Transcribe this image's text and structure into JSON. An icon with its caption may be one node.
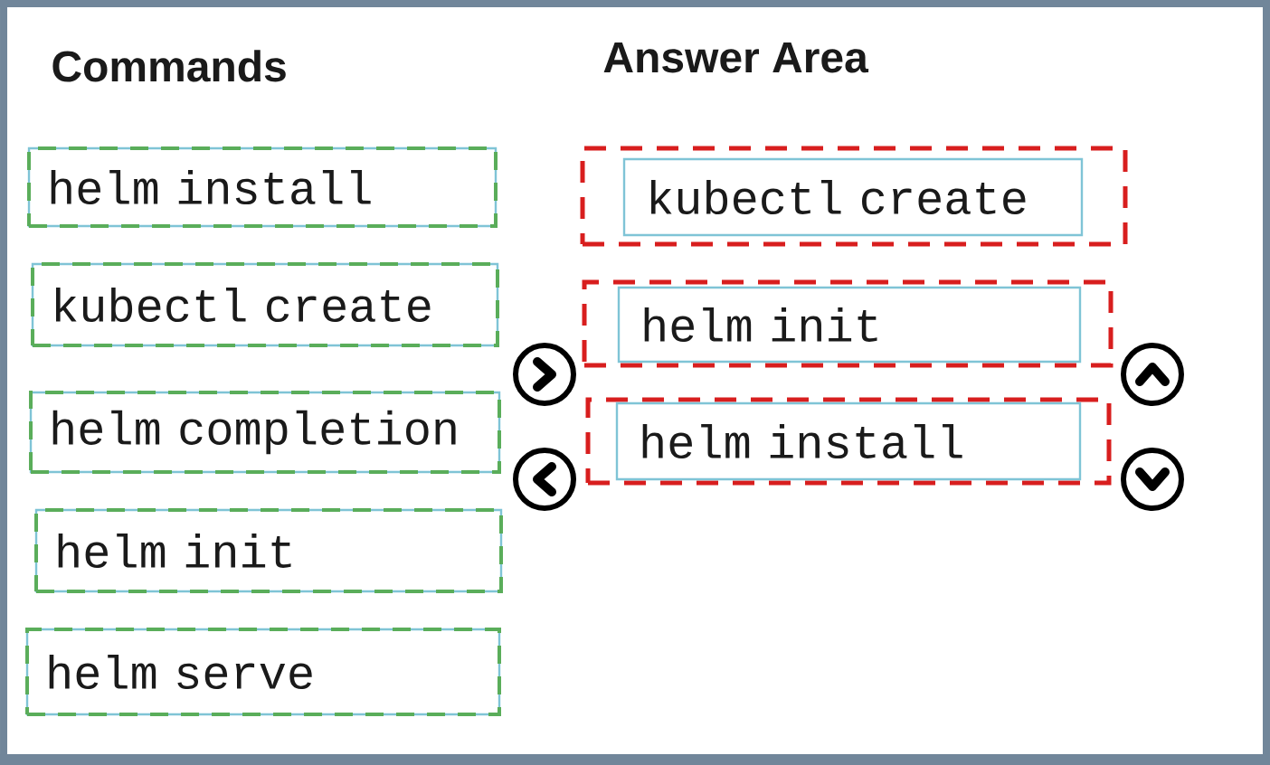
{
  "diagram": {
    "nodes": [
      {
        "text": [
          "helm install"
        ]
      },
      {
        "text": [
          "kubectl create"
        ]
      },
      {
        "text": [
          "helm completion"
        ]
      },
      {
        "text": [
          "helm init"
        ]
      },
      {
        "text": [
          "helm serve"
        ]
      },
      {
        "text": [],
        "shape": "box"
      },
      {
        "text": [
          "kubectl create"
        ],
        "in": 5
      },
      {
        "text": [],
        "shape": "box"
      },
      {
        "text": [
          "helm init"
        ],
        "in": 7
      },
      {
        "text": [],
        "shape": "box"
      },
      {
        "text": [
          "helm install"
        ],
        "in": 9
      }
    ],
    "labels": [
      "Commands",
      "Answer Area"
    ]
  }
}
